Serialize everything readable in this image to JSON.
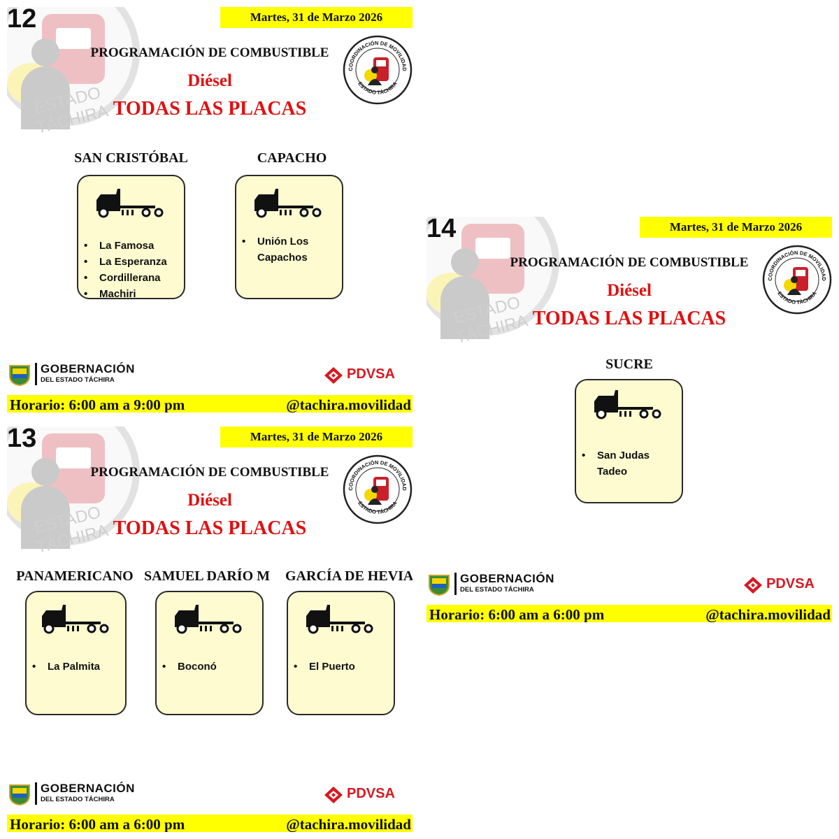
{
  "slides": [
    {
      "id": "s12",
      "number": "12",
      "date": "Martes, 31 de Marzo 2026",
      "title": "PROGRAMACIÓN DE COMBUSTIBLE",
      "fuel": "Diésel",
      "plates": "TODAS LAS PLACAS",
      "watermark_text": "ESTADO TÁCHIRA",
      "emblem": {
        "top_text": "COORDINACIÓN DE MOVILIDAD",
        "bottom_text": "ESTADO TÁCHIRA"
      },
      "municipalities": [
        {
          "name": "SAN CRISTÓBAL",
          "stations": [
            "La Famosa",
            "La Esperanza",
            "Cordillerana",
            "Machiri"
          ]
        },
        {
          "name": "CAPACHO",
          "stations": [
            "Unión Los Capachos"
          ]
        }
      ],
      "gobernacion": {
        "line1": "GOBERNACIÓN",
        "line2": "DEL ESTADO TÁCHIRA"
      },
      "pdvsa": "PDVSA",
      "schedule": "Horario: 6:00 am a 9:00 pm",
      "handle": "@tachira.movilidad"
    },
    {
      "id": "s13",
      "number": "13",
      "date": "Martes, 31 de Marzo 2026",
      "title": "PROGRAMACIÓN DE COMBUSTIBLE",
      "fuel": "Diésel",
      "plates": "TODAS LAS PLACAS",
      "watermark_text": "ESTADO TÁCHIRA",
      "emblem": {
        "top_text": "COORDINACIÓN DE MOVILIDAD",
        "bottom_text": "ESTADO TÁCHIRA"
      },
      "municipalities": [
        {
          "name": "PANAMERICANO",
          "stations": [
            "La Palmita"
          ]
        },
        {
          "name": "SAMUEL DARÍO M",
          "stations": [
            "Boconó"
          ]
        },
        {
          "name": "GARCÍA DE HEVIA",
          "stations": [
            "El Puerto"
          ]
        }
      ],
      "gobernacion": {
        "line1": "GOBERNACIÓN",
        "line2": "DEL ESTADO TÁCHIRA"
      },
      "pdvsa": "PDVSA",
      "schedule": "Horario: 6:00 am a 6:00 pm",
      "handle": "@tachira.movilidad"
    },
    {
      "id": "s14",
      "number": "14",
      "date": "Martes, 31 de Marzo 2026",
      "title": "PROGRAMACIÓN DE COMBUSTIBLE",
      "fuel": "Diésel",
      "plates": "TODAS LAS PLACAS",
      "watermark_text": "ESTADO TÁCHIRA",
      "emblem": {
        "top_text": "COORDINACIÓN DE MOVILIDAD",
        "bottom_text": "ESTADO TÁCHIRA"
      },
      "municipalities": [
        {
          "name": "SUCRE",
          "stations": [
            "San Judas Tadeo"
          ]
        }
      ],
      "gobernacion": {
        "line1": "GOBERNACIÓN",
        "line2": "DEL ESTADO TÁCHIRA"
      },
      "pdvsa": "PDVSA",
      "schedule": "Horario: 6:00 am a 6:00 pm",
      "handle": "@tachira.movilidad"
    }
  ],
  "colors": {
    "highlight": "#ffff00",
    "title_red": "#e01010",
    "card_fill": "#fffbd0",
    "pdvsa_red": "#d71920"
  }
}
